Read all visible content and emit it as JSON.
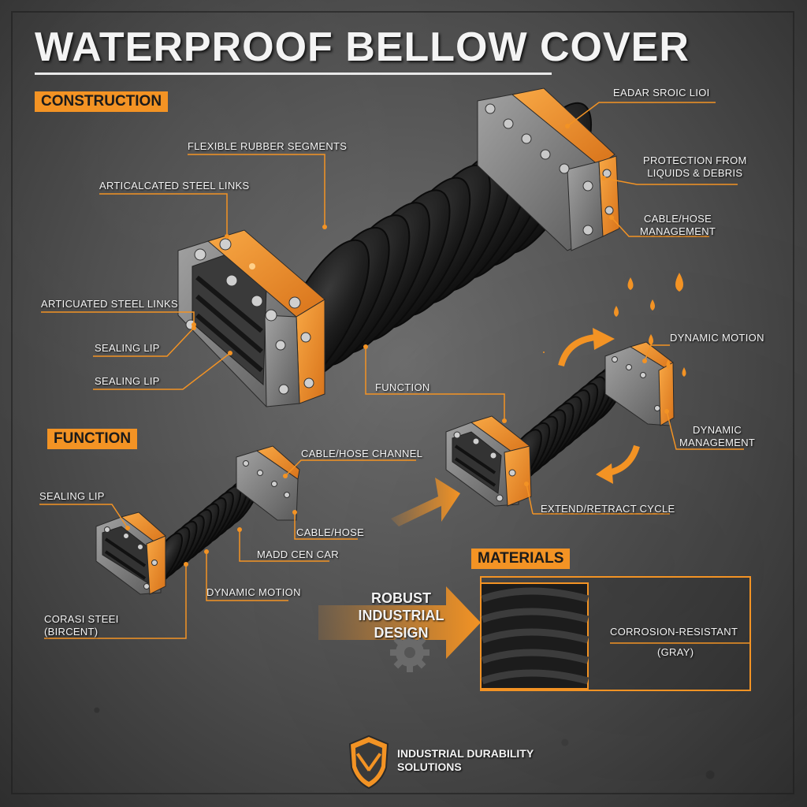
{
  "title": "WATERPROOF BELLOW COVER",
  "sections": {
    "construction": "CONSTRUCTION",
    "function": "FUNCTION",
    "materials": "MATERIALS"
  },
  "labels": {
    "flexible_rubber_segments": "FLEXIBLE RUBBER SEGMENTS",
    "articulated_steel_links_top": "ARTICALCATED STEEL LINKS",
    "articulated_steel_links": "ARTICUATED STEEL LINKS",
    "sealing_lip_1": "SEALING LIP",
    "sealing_lip_2": "SEALING LIP",
    "eadar_sroic_liot": "EADAR SROIC LIOI",
    "protection": [
      "PROTECTION FROM",
      "LIQUIDS & DEBRIS"
    ],
    "cable_hose_management": [
      "CABLE/HOSE",
      "MANAGEMENT"
    ],
    "function_callout": "FUNCTION",
    "dynamic_motion_right": "DYNAMIC MOTION",
    "dynamic_management": [
      "DYNAMIC",
      "MANAGEMENT"
    ],
    "extend_retract": "EXTEND/RETRACT CYCLE",
    "cable_hose_channel": "CABLE/HOSE CHANNEL",
    "sealing_lip_3": "SEALING LIP",
    "cable_hose": "CABLE/HOSE",
    "madd_cen_car": "MADD CEN CAR",
    "dynamic_motion_left": "DYNAMIC MOTION",
    "corasi_steel": [
      "CORASI STEEI",
      "(BIRCENT)"
    ],
    "robust": [
      "ROBUST",
      "INDUSTRIAL DESIGN"
    ],
    "corrosion_resistant": "CORROSION-RESISTANT",
    "gray": "(GRAY)"
  },
  "brand": [
    "INDUSTRIAL DURABILITY",
    "SOLUTIONS"
  ],
  "icons": {
    "droplet": "droplet-icon",
    "gear": "gear-icon",
    "arrow": "arrow-icon",
    "logo": "shield-wrench-logo"
  },
  "colors": {
    "accent": "#f39324",
    "rubber": "#232323",
    "steel": "#7b7b7b",
    "background": "#555555",
    "text": "#f4f4f4"
  }
}
